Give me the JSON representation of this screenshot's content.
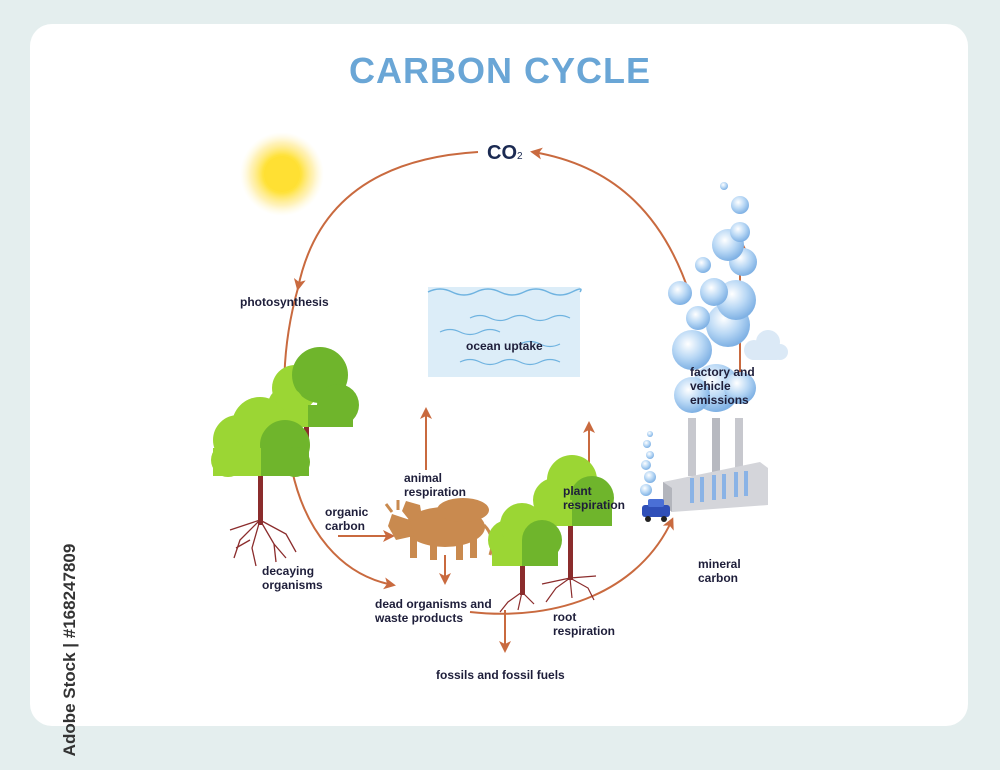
{
  "title": "CARBON CYCLE",
  "co2": {
    "main": "CO",
    "sub": "2"
  },
  "labels": {
    "photosynthesis": "photosynthesis",
    "ocean_uptake": "ocean uptake",
    "factory_emissions": [
      "factory and",
      "vehicle",
      "emissions"
    ],
    "organic_carbon": [
      "organic",
      "carbon"
    ],
    "animal_respiration": [
      "animal",
      "respiration"
    ],
    "plant_respiration": [
      "plant",
      "respiration"
    ],
    "decaying_organisms": [
      "decaying",
      "organisms"
    ],
    "dead_organisms": [
      "dead organisms and",
      "waste products"
    ],
    "root_respiration": [
      "root",
      "respiration"
    ],
    "mineral_carbon": [
      "mineral",
      "carbon"
    ],
    "fossils": "fossils and fossil fuels"
  },
  "watermark": "Adobe Stock | #168247809",
  "colors": {
    "arrow": "#c96a3f",
    "title": "#6aa6d6",
    "leaf_light": "#9bd634",
    "leaf_dark": "#6fb52c",
    "trunk": "#8b2c2c",
    "water": "#dcedf8",
    "bubble": "#a8cef2",
    "animal": "#c98a4f",
    "sun": "#ffe24a"
  }
}
